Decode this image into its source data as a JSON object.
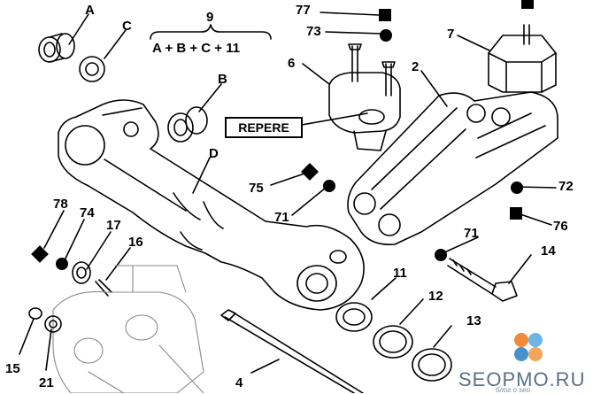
{
  "labels": {
    "A": "A",
    "B": "B",
    "C": "C",
    "D": "D",
    "n9": "9",
    "n77": "77",
    "n73": "73",
    "n6": "6",
    "n7": "7",
    "n2": "2",
    "n75": "75",
    "n71a": "71",
    "n71b": "71",
    "n72": "72",
    "n76": "76",
    "n78": "78",
    "n74": "74",
    "n17": "17",
    "n16": "16",
    "n14": "14",
    "n11": "11",
    "n12": "12",
    "n13": "13",
    "n15": "15",
    "n21": "21",
    "n4": "4"
  },
  "formula": "A + B + C + 11",
  "repere": "REPERE",
  "watermark": {
    "text": "SEOPMO.RU",
    "sub": "блог о seo",
    "colors": [
      "#f08a3a",
      "#6cb6e4",
      "#4a90c8",
      "#f2a65a"
    ]
  }
}
